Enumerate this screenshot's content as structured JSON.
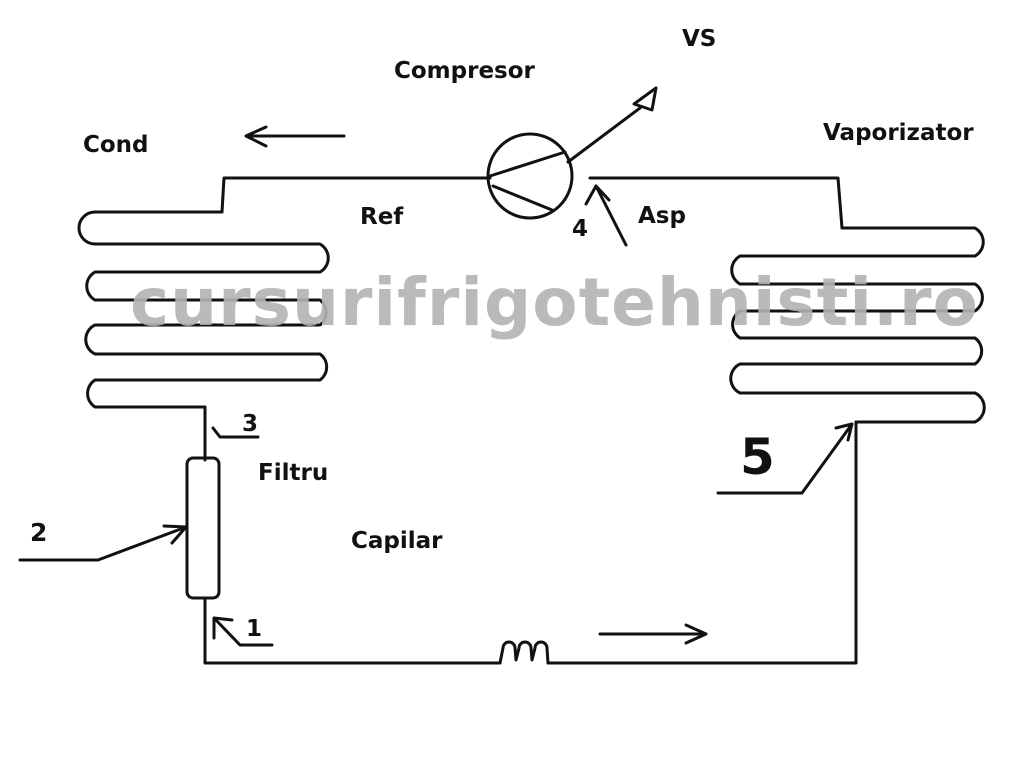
{
  "labels": {
    "compresor": "Compresor",
    "vs": "VS",
    "cond": "Cond",
    "vaporizator": "Vaporizator",
    "ref": "Ref",
    "asp": "Asp",
    "filtru": "Filtru",
    "capilar": "Capilar"
  },
  "markers": {
    "one": "1",
    "two": "2",
    "three": "3",
    "four": "4",
    "five": "5"
  },
  "watermark": "cursurifrigotehnisti.ro",
  "colors": {
    "line": "#111111",
    "watermark": "#b3b3b3",
    "background": "#ffffff"
  }
}
